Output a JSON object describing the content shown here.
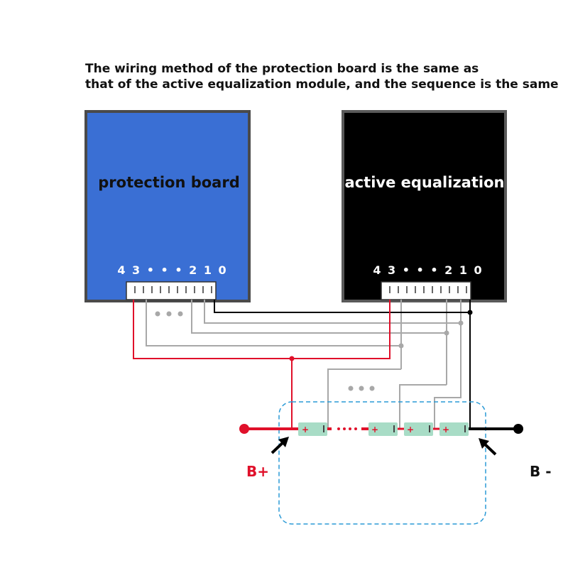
{
  "title": {
    "line1": "The wiring method of the protection board is the same as",
    "line2": "that of the active equalization module, and the sequence is the same"
  },
  "protection_board": {
    "label": "protection board",
    "pins": "4 3 • • • 2 1 0",
    "color": "#3a6fd4",
    "border": "#4a4a4a"
  },
  "active_equalization": {
    "label": "active equalization",
    "pins": "4 3 • • • 2 1 0",
    "color": "#000000",
    "border": "#5a5a5a"
  },
  "terminals": {
    "positive": "B+",
    "negative": "B -"
  },
  "cells": {
    "plus_symbol": "+"
  },
  "colors": {
    "red_wire": "#e0102a",
    "black_wire": "#000000",
    "gray_wire": "#a8a8a8",
    "cell_fill": "#a8dcc6",
    "dashed_border": "#2a9ad6"
  }
}
